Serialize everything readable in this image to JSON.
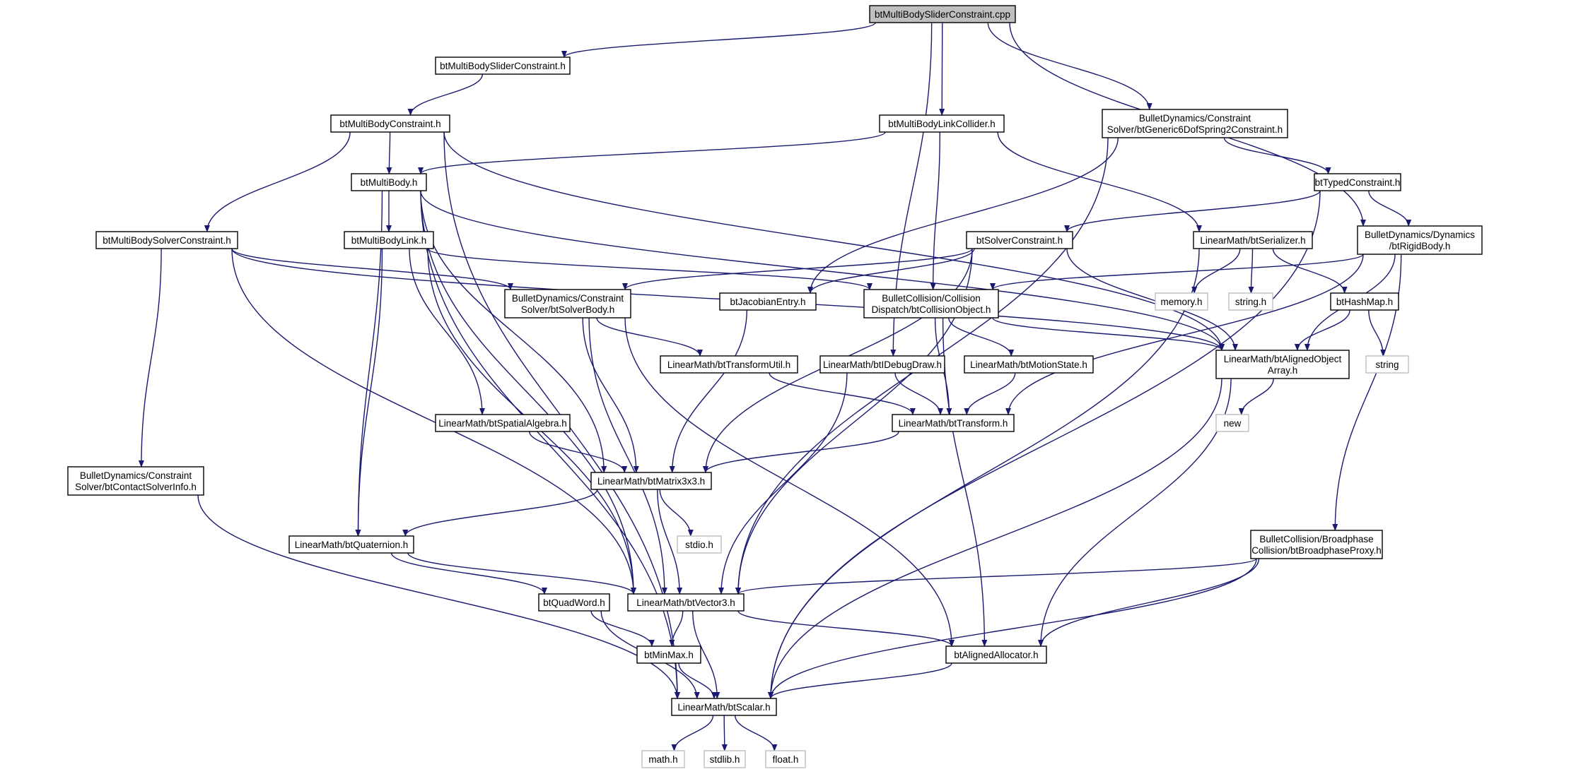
{
  "colors": {
    "edge": "#191970",
    "root_fill": "#bfbfbf",
    "node_stroke": "#000000",
    "system_stroke": "#bfbfbf",
    "text": "#000000"
  },
  "nodes": [
    {
      "id": "root",
      "lines": [
        "btMultiBodySliderConstraint.cpp"
      ],
      "kind": "root"
    },
    {
      "id": "sliderh",
      "lines": [
        "btMultiBodySliderConstraint.h"
      ],
      "kind": "file"
    },
    {
      "id": "mbc",
      "lines": [
        "btMultiBodyConstraint.h"
      ],
      "kind": "file"
    },
    {
      "id": "linkcol",
      "lines": [
        "btMultiBodyLinkCollider.h"
      ],
      "kind": "file"
    },
    {
      "id": "g6dof",
      "lines": [
        "BulletDynamics/Constraint",
        "Solver/btGeneric6DofSpring2Constraint.h"
      ],
      "kind": "file"
    },
    {
      "id": "mb",
      "lines": [
        "btMultiBody.h"
      ],
      "kind": "file"
    },
    {
      "id": "typed",
      "lines": [
        "btTypedConstraint.h"
      ],
      "kind": "file"
    },
    {
      "id": "mbsolver",
      "lines": [
        "btMultiBodySolverConstraint.h"
      ],
      "kind": "file"
    },
    {
      "id": "mblink",
      "lines": [
        "btMultiBodyLink.h"
      ],
      "kind": "file"
    },
    {
      "id": "solvercon",
      "lines": [
        "btSolverConstraint.h"
      ],
      "kind": "file"
    },
    {
      "id": "serializer",
      "lines": [
        "LinearMath/btSerializer.h"
      ],
      "kind": "file"
    },
    {
      "id": "rigid",
      "lines": [
        "BulletDynamics/Dynamics",
        "/btRigidBody.h"
      ],
      "kind": "file"
    },
    {
      "id": "solverbody",
      "lines": [
        "BulletDynamics/Constraint",
        "Solver/btSolverBody.h"
      ],
      "kind": "file"
    },
    {
      "id": "jacobian",
      "lines": [
        "btJacobianEntry.h"
      ],
      "kind": "file"
    },
    {
      "id": "colobj",
      "lines": [
        "BulletCollision/Collision",
        "Dispatch/btCollisionObject.h"
      ],
      "kind": "file"
    },
    {
      "id": "memory",
      "lines": [
        "memory.h"
      ],
      "kind": "system"
    },
    {
      "id": "stringh",
      "lines": [
        "string.h"
      ],
      "kind": "system"
    },
    {
      "id": "hashmap",
      "lines": [
        "btHashMap.h"
      ],
      "kind": "file"
    },
    {
      "id": "alignedarr",
      "lines": [
        "LinearMath/btAlignedObject",
        "Array.h"
      ],
      "kind": "file"
    },
    {
      "id": "string",
      "lines": [
        "string"
      ],
      "kind": "system"
    },
    {
      "id": "transutil",
      "lines": [
        "LinearMath/btTransformUtil.h"
      ],
      "kind": "file"
    },
    {
      "id": "idebug",
      "lines": [
        "LinearMath/btIDebugDraw.h"
      ],
      "kind": "file"
    },
    {
      "id": "motion",
      "lines": [
        "LinearMath/btMotionState.h"
      ],
      "kind": "file"
    },
    {
      "id": "new",
      "lines": [
        "new"
      ],
      "kind": "system"
    },
    {
      "id": "spatial",
      "lines": [
        "LinearMath/btSpatialAlgebra.h"
      ],
      "kind": "file"
    },
    {
      "id": "transform",
      "lines": [
        "LinearMath/btTransform.h"
      ],
      "kind": "file"
    },
    {
      "id": "contactinfo",
      "lines": [
        "BulletDynamics/Constraint",
        "Solver/btContactSolverInfo.h"
      ],
      "kind": "file"
    },
    {
      "id": "matrix",
      "lines": [
        "LinearMath/btMatrix3x3.h"
      ],
      "kind": "file"
    },
    {
      "id": "stdio",
      "lines": [
        "stdio.h"
      ],
      "kind": "system"
    },
    {
      "id": "broadphase",
      "lines": [
        "BulletCollision/Broadphase",
        "Collision/btBroadphaseProxy.h"
      ],
      "kind": "file"
    },
    {
      "id": "quat",
      "lines": [
        "LinearMath/btQuaternion.h"
      ],
      "kind": "file"
    },
    {
      "id": "quadword",
      "lines": [
        "btQuadWord.h"
      ],
      "kind": "file"
    },
    {
      "id": "vector3",
      "lines": [
        "LinearMath/btVector3.h"
      ],
      "kind": "file"
    },
    {
      "id": "minmax",
      "lines": [
        "btMinMax.h"
      ],
      "kind": "file"
    },
    {
      "id": "allocator",
      "lines": [
        "btAlignedAllocator.h"
      ],
      "kind": "file"
    },
    {
      "id": "scalar",
      "lines": [
        "LinearMath/btScalar.h"
      ],
      "kind": "file"
    },
    {
      "id": "mathh",
      "lines": [
        "math.h"
      ],
      "kind": "system"
    },
    {
      "id": "stdlib",
      "lines": [
        "stdlib.h"
      ],
      "kind": "system"
    },
    {
      "id": "floath",
      "lines": [
        "float.h"
      ],
      "kind": "system"
    }
  ],
  "edges": [
    [
      "root",
      "sliderh"
    ],
    [
      "root",
      "idebug"
    ],
    [
      "root",
      "linkcol"
    ],
    [
      "root",
      "g6dof"
    ],
    [
      "root",
      "rigid"
    ],
    [
      "sliderh",
      "mbc"
    ],
    [
      "mbc",
      "mb"
    ],
    [
      "mbc",
      "mbsolver"
    ],
    [
      "mbc",
      "alignedarr"
    ],
    [
      "mbc",
      "scalar"
    ],
    [
      "linkcol",
      "mb"
    ],
    [
      "linkcol",
      "colobj"
    ],
    [
      "linkcol",
      "serializer"
    ],
    [
      "g6dof",
      "typed"
    ],
    [
      "g6dof",
      "jacobian"
    ],
    [
      "g6dof",
      "vector3"
    ],
    [
      "mb",
      "mblink"
    ],
    [
      "mb",
      "alignedarr"
    ],
    [
      "mb",
      "matrix"
    ],
    [
      "mb",
      "quat"
    ],
    [
      "mb",
      "vector3"
    ],
    [
      "mb",
      "scalar"
    ],
    [
      "typed",
      "solvercon"
    ],
    [
      "typed",
      "rigid"
    ],
    [
      "typed",
      "scalar"
    ],
    [
      "mbsolver",
      "solverbody"
    ],
    [
      "mbsolver",
      "alignedarr"
    ],
    [
      "mbsolver",
      "contactinfo"
    ],
    [
      "mbsolver",
      "vector3"
    ],
    [
      "mblink",
      "colobj"
    ],
    [
      "mblink",
      "spatial"
    ],
    [
      "mblink",
      "quat"
    ],
    [
      "mblink",
      "vector3"
    ],
    [
      "solvercon",
      "solverbody"
    ],
    [
      "solvercon",
      "jacobian"
    ],
    [
      "solvercon",
      "alignedarr"
    ],
    [
      "solvercon",
      "matrix"
    ],
    [
      "solvercon",
      "vector3"
    ],
    [
      "serializer",
      "memory"
    ],
    [
      "serializer",
      "stringh"
    ],
    [
      "serializer",
      "hashmap"
    ],
    [
      "serializer",
      "scalar"
    ],
    [
      "rigid",
      "colobj"
    ],
    [
      "rigid",
      "alignedarr"
    ],
    [
      "rigid",
      "transform"
    ],
    [
      "rigid",
      "broadphase"
    ],
    [
      "solverbody",
      "transutil"
    ],
    [
      "solverbody",
      "matrix"
    ],
    [
      "solverbody",
      "vector3"
    ],
    [
      "solverbody",
      "allocator"
    ],
    [
      "jacobian",
      "matrix"
    ],
    [
      "colobj",
      "alignedarr"
    ],
    [
      "colobj",
      "motion"
    ],
    [
      "colobj",
      "transform"
    ],
    [
      "colobj",
      "allocator"
    ],
    [
      "hashmap",
      "alignedarr"
    ],
    [
      "hashmap",
      "string"
    ],
    [
      "alignedarr",
      "new"
    ],
    [
      "alignedarr",
      "allocator"
    ],
    [
      "alignedarr",
      "scalar"
    ],
    [
      "transutil",
      "transform"
    ],
    [
      "idebug",
      "transform"
    ],
    [
      "idebug",
      "vector3"
    ],
    [
      "motion",
      "transform"
    ],
    [
      "spatial",
      "matrix"
    ],
    [
      "transform",
      "matrix"
    ],
    [
      "contactinfo",
      "scalar"
    ],
    [
      "matrix",
      "quat"
    ],
    [
      "matrix",
      "stdio"
    ],
    [
      "matrix",
      "vector3"
    ],
    [
      "broadphase",
      "vector3"
    ],
    [
      "broadphase",
      "allocator"
    ],
    [
      "broadphase",
      "scalar"
    ],
    [
      "quat",
      "quadword"
    ],
    [
      "quat",
      "vector3"
    ],
    [
      "quadword",
      "minmax"
    ],
    [
      "quadword",
      "scalar"
    ],
    [
      "vector3",
      "minmax"
    ],
    [
      "vector3",
      "allocator"
    ],
    [
      "vector3",
      "scalar"
    ],
    [
      "minmax",
      "scalar"
    ],
    [
      "allocator",
      "scalar"
    ],
    [
      "scalar",
      "mathh"
    ],
    [
      "scalar",
      "stdlib"
    ],
    [
      "scalar",
      "floath"
    ]
  ]
}
